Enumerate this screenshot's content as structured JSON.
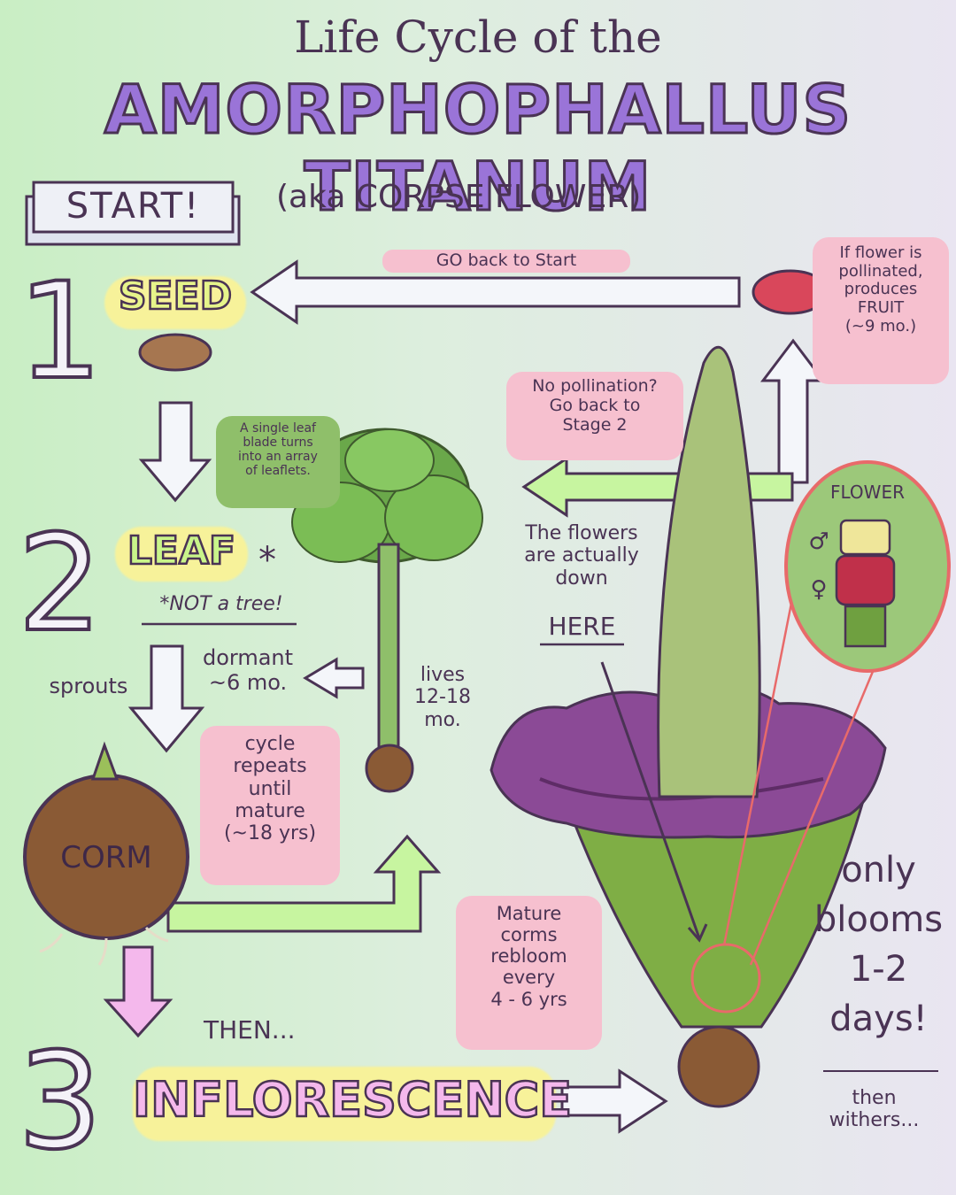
{
  "header": {
    "title_line1": "Life Cycle of the",
    "title_line2": "AMORPHOPHALLUS TITANUM",
    "subtitle": "(aka CORPSE FLOWER)",
    "start_label": "START!"
  },
  "stages": [
    {
      "number": "1",
      "name": "SEED"
    },
    {
      "number": "2",
      "name": "LEAF",
      "asterisk": "*",
      "note": "*NOT a tree!"
    },
    {
      "number": "3",
      "name": "INFLORESCENCE"
    }
  ],
  "labels": {
    "go_back": "GO back to Start",
    "fruit_note": "If flower is\npollinated,\nproduces\nFRUIT\n(~9 mo.)",
    "no_pollination": "No pollination?\nGo back to\nStage 2",
    "leaf_note": "A single leaf\nblade turns\ninto an array\nof leaflets.",
    "flower_box": "FLOWER",
    "male_symbol": "♂",
    "female_symbol": "♀",
    "flowers_here": "The flowers\nare actually\ndown",
    "here": "HERE",
    "dormant": "dormant\n~6 mo.",
    "sprouts": "sprouts",
    "lives": "lives\n12-18\nmo.",
    "cycle_repeats": "cycle\nrepeats\nuntil\nmature\n(~18 yrs)",
    "corm": "CORM",
    "then": "THEN...",
    "mature_corms": "Mature\ncorms\nrebloom\nevery\n4 - 6 yrs",
    "only_blooms": "only\nblooms\n1-2\ndays!",
    "then_withers": "then\nwithers..."
  },
  "colors": {
    "outline": "#4a3354",
    "title_purple": "#9a74d8",
    "pink_note": "#f6c0cf",
    "highlight_yellow": "#f7f29a",
    "arrow_green": "#c7f5a0",
    "arrow_pink": "#f4b8ec",
    "corm_brown": "#8a5a35",
    "spathe_purple": "#8b4a96",
    "spadix_green": "#a9c27a"
  }
}
